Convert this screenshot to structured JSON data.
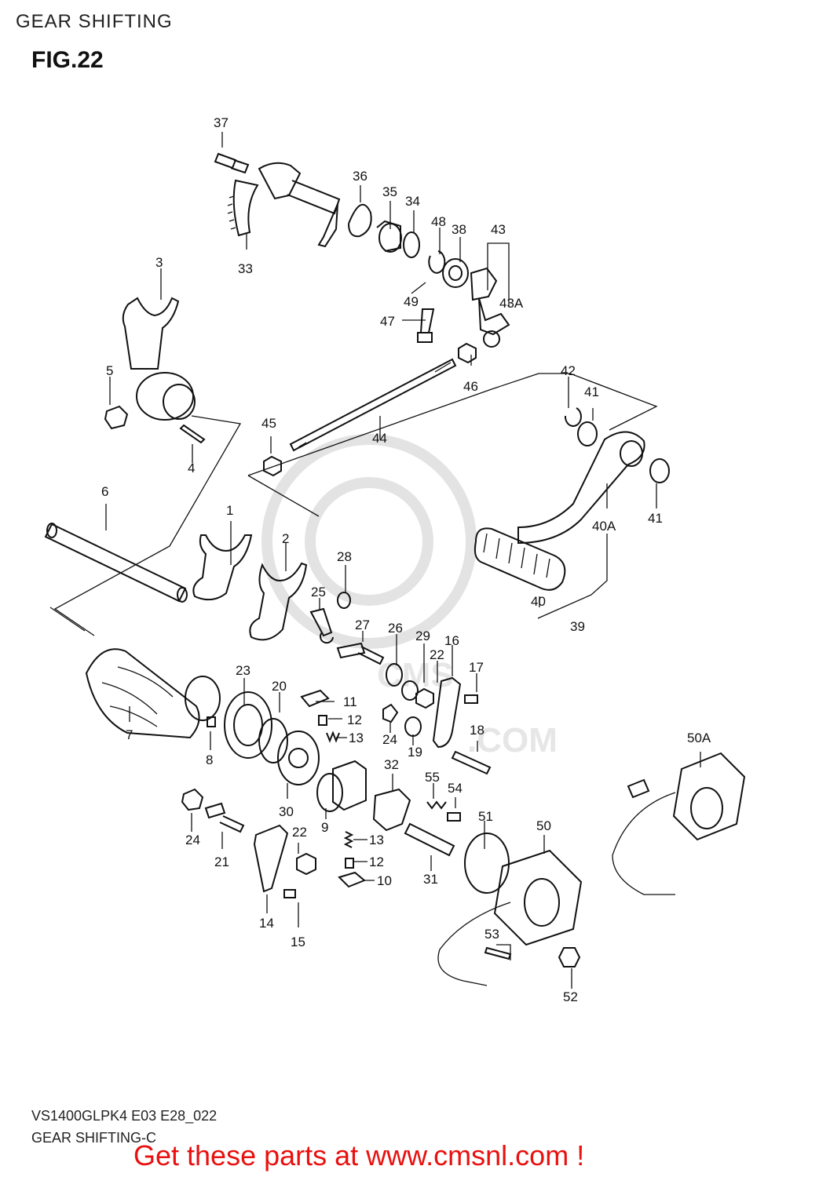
{
  "header": {
    "section_title": "GEAR SHIFTING"
  },
  "figure": {
    "title": "FIG.22"
  },
  "watermark": {
    "text": ".COM",
    "text_prefix": "CMS"
  },
  "callouts": [
    {
      "id": "37",
      "label": "37"
    },
    {
      "id": "36",
      "label": "36"
    },
    {
      "id": "35",
      "label": "35"
    },
    {
      "id": "34",
      "label": "34"
    },
    {
      "id": "48",
      "label": "48"
    },
    {
      "id": "38",
      "label": "38"
    },
    {
      "id": "43",
      "label": "43"
    },
    {
      "id": "33",
      "label": "33"
    },
    {
      "id": "3",
      "label": "3"
    },
    {
      "id": "49",
      "label": "49"
    },
    {
      "id": "43A",
      "label": "43A"
    },
    {
      "id": "47",
      "label": "47"
    },
    {
      "id": "5",
      "label": "5"
    },
    {
      "id": "46",
      "label": "46"
    },
    {
      "id": "42",
      "label": "42"
    },
    {
      "id": "41a",
      "label": "41"
    },
    {
      "id": "45",
      "label": "45"
    },
    {
      "id": "44",
      "label": "44"
    },
    {
      "id": "4",
      "label": "4"
    },
    {
      "id": "6",
      "label": "6"
    },
    {
      "id": "1",
      "label": "1"
    },
    {
      "id": "41b",
      "label": "41"
    },
    {
      "id": "40A",
      "label": "40A"
    },
    {
      "id": "2",
      "label": "2"
    },
    {
      "id": "28",
      "label": "28"
    },
    {
      "id": "25",
      "label": "25"
    },
    {
      "id": "40",
      "label": "40"
    },
    {
      "id": "39",
      "label": "39"
    },
    {
      "id": "27",
      "label": "27"
    },
    {
      "id": "26",
      "label": "26"
    },
    {
      "id": "29",
      "label": "29"
    },
    {
      "id": "16",
      "label": "16"
    },
    {
      "id": "22a",
      "label": "22"
    },
    {
      "id": "23",
      "label": "23"
    },
    {
      "id": "17",
      "label": "17"
    },
    {
      "id": "20",
      "label": "20"
    },
    {
      "id": "11",
      "label": "11"
    },
    {
      "id": "12a",
      "label": "12"
    },
    {
      "id": "7",
      "label": "7"
    },
    {
      "id": "13a",
      "label": "13"
    },
    {
      "id": "24a",
      "label": "24"
    },
    {
      "id": "18",
      "label": "18"
    },
    {
      "id": "19",
      "label": "19"
    },
    {
      "id": "50A",
      "label": "50A"
    },
    {
      "id": "8",
      "label": "8"
    },
    {
      "id": "32",
      "label": "32"
    },
    {
      "id": "55",
      "label": "55"
    },
    {
      "id": "54",
      "label": "54"
    },
    {
      "id": "30",
      "label": "30"
    },
    {
      "id": "9",
      "label": "9"
    },
    {
      "id": "51",
      "label": "51"
    },
    {
      "id": "50",
      "label": "50"
    },
    {
      "id": "24b",
      "label": "24"
    },
    {
      "id": "22b",
      "label": "22"
    },
    {
      "id": "13b",
      "label": "13"
    },
    {
      "id": "21",
      "label": "21"
    },
    {
      "id": "12b",
      "label": "12"
    },
    {
      "id": "31",
      "label": "31"
    },
    {
      "id": "10",
      "label": "10"
    },
    {
      "id": "14",
      "label": "14"
    },
    {
      "id": "15",
      "label": "15"
    },
    {
      "id": "53",
      "label": "53"
    },
    {
      "id": "52",
      "label": "52"
    }
  ],
  "footer": {
    "model_code": "VS1400GLPK4 E03 E28_022",
    "diagram_name": "GEAR SHIFTING-C",
    "promo_text": "Get these parts at www.cmsnl.com !"
  },
  "colors": {
    "promo": "#e8110f",
    "line_art": "#111111",
    "watermark": "#e3e3e3"
  }
}
